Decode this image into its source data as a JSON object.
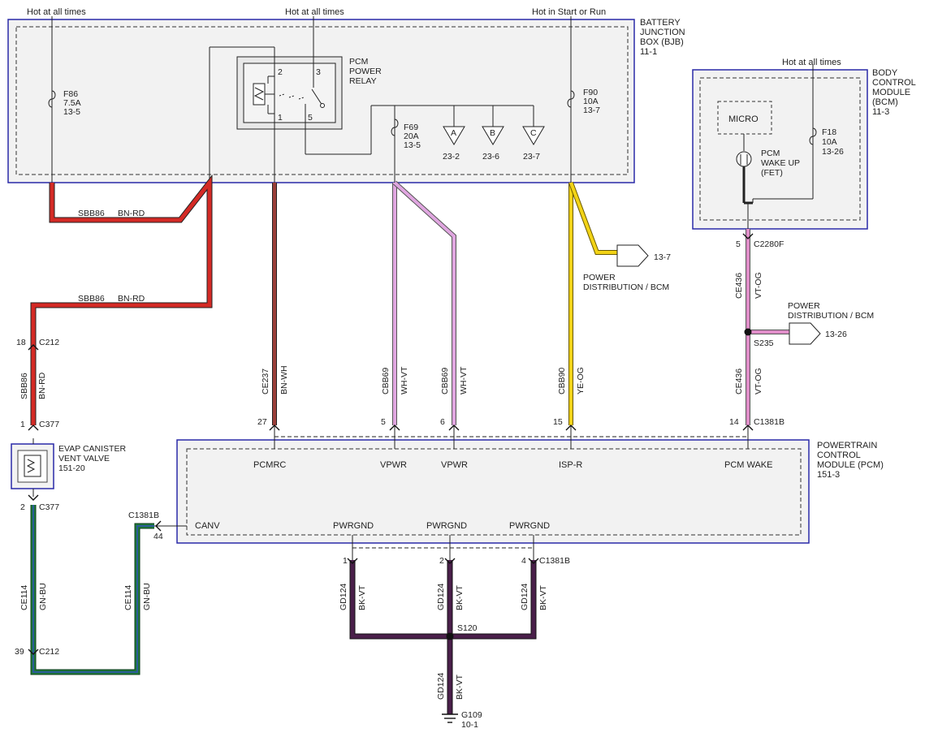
{
  "colors": {
    "bn_rd": "#d42a25",
    "bn_wh": "#9b3f3a",
    "wh_vt": "#e0a6e0",
    "ye_og": "#f2d316",
    "vt_og": "#e08ec9",
    "gn_bu": "#1e7a3a",
    "gn_bu_stripe": "#2f4fb8",
    "bk_vt": "#4a1f4a",
    "module_border": "#2a2aa8",
    "module_fill": "#f2f2f2"
  },
  "bjb": {
    "title": [
      "BATTERY",
      "JUNCTION",
      "BOX (BJB)",
      "11-1"
    ],
    "hot_always_1": "Hot at all times",
    "hot_always_2": "Hot at all times",
    "hot_start_run": "Hot in Start or Run",
    "f86": [
      "F86",
      "7.5A",
      "13-5"
    ],
    "relay": {
      "title": [
        "PCM",
        "POWER",
        "RELAY"
      ],
      "pins": [
        "2",
        "3",
        "1",
        "5"
      ]
    },
    "f69": [
      "F69",
      "20A",
      "13-5"
    ],
    "f90": [
      "F90",
      "10A",
      "13-7"
    ],
    "refs": [
      {
        "letter": "A",
        "page": "23-2"
      },
      {
        "letter": "B",
        "page": "23-6"
      },
      {
        "letter": "C",
        "page": "23-7"
      }
    ]
  },
  "bcm": {
    "title": [
      "BODY",
      "CONTROL",
      "MODULE",
      "(BCM)",
      "11-3"
    ],
    "hot": "Hot at all times",
    "micro": "MICRO",
    "fet": [
      "PCM",
      "WAKE UP",
      "(FET)"
    ],
    "f18": [
      "F18",
      "10A",
      "13-26"
    ]
  },
  "wires": {
    "sbb86_top": [
      "SBB86",
      "BN-RD"
    ],
    "sbb86_mid": [
      "SBB86",
      "BN-RD"
    ],
    "sbb86_vert": [
      "SBB86",
      "BN-RD"
    ],
    "ce237": [
      "CE237",
      "BN-WH"
    ],
    "cbb69a": [
      "CBB69",
      "WH-VT"
    ],
    "cbb69b": [
      "CBB69",
      "WH-VT"
    ],
    "cbb90": [
      "CBB90",
      "YE-OG"
    ],
    "ce436a": [
      "CE436",
      "VT-OG"
    ],
    "ce436b": [
      "CE436",
      "VT-OG"
    ],
    "ce114a": [
      "CE114",
      "GN-BU"
    ],
    "ce114b": [
      "CE114",
      "GN-BU"
    ],
    "gd124a": [
      "GD124",
      "BK-VT"
    ],
    "gd124b": [
      "GD124",
      "BK-VT"
    ],
    "gd124c": [
      "GD124",
      "BK-VT"
    ],
    "gd124d": [
      "GD124",
      "BK-VT"
    ]
  },
  "connectors": {
    "c212_top_pin": "18",
    "c212_top": "C212",
    "c377_top_pin": "1",
    "c377_top": "C377",
    "c377_bot_pin": "2",
    "c377_bot": "C377",
    "c212_bot_pin": "39",
    "c212_bot": "C212",
    "c2280f_pin": "5",
    "c2280f": "C2280F",
    "s235": "S235",
    "c1381b_right_pin": "14",
    "c1381b_right": "C1381B",
    "c1381b_left": "C1381B",
    "c1381b_left_pin": "44",
    "pins_top": [
      "27",
      "5",
      "6",
      "15"
    ],
    "gnd_pins": [
      "1",
      "2",
      "4"
    ],
    "c1381b_bottom": "C1381B",
    "s120": "S120",
    "g109": [
      "G109",
      "10-1"
    ]
  },
  "power_dist_1": {
    "label": [
      "POWER",
      "DISTRIBUTION / BCM"
    ],
    "page": "13-7"
  },
  "power_dist_2": {
    "label": [
      "POWER",
      "DISTRIBUTION / BCM"
    ],
    "page": "13-26"
  },
  "evap": {
    "title": [
      "EVAP CANISTER",
      "VENT VALVE",
      "151-20"
    ]
  },
  "pcm": {
    "title": [
      "POWERTRAIN",
      "CONTROL",
      "MODULE (PCM)",
      "151-3"
    ],
    "pins": [
      "PCMRC",
      "VPWR",
      "VPWR",
      "ISP-R",
      "PCM WAKE"
    ],
    "canv": "CANV",
    "pwrgnd": [
      "PWRGND",
      "PWRGND",
      "PWRGND"
    ]
  }
}
